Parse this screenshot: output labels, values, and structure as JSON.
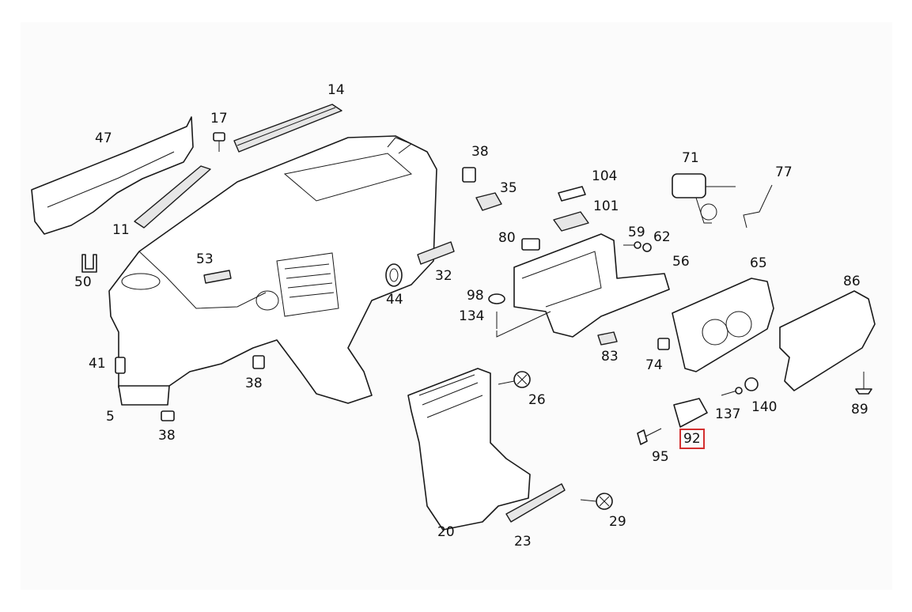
{
  "colors": {
    "background": "#fbfbfb",
    "line": "#1a1a1a",
    "highlight": "#d32f2f"
  },
  "callouts": [
    {
      "id": "c14",
      "label": "14"
    },
    {
      "id": "c17",
      "label": "17"
    },
    {
      "id": "c47",
      "label": "47"
    },
    {
      "id": "c38a",
      "label": "38"
    },
    {
      "id": "c35",
      "label": "35"
    },
    {
      "id": "c104",
      "label": "104"
    },
    {
      "id": "c71",
      "label": "71"
    },
    {
      "id": "c77",
      "label": "77"
    },
    {
      "id": "c101",
      "label": "101"
    },
    {
      "id": "c11",
      "label": "11"
    },
    {
      "id": "c80",
      "label": "80"
    },
    {
      "id": "c59",
      "label": "59"
    },
    {
      "id": "c62",
      "label": "62"
    },
    {
      "id": "c53",
      "label": "53"
    },
    {
      "id": "c50",
      "label": "50"
    },
    {
      "id": "c32",
      "label": "32"
    },
    {
      "id": "c56",
      "label": "56"
    },
    {
      "id": "c65",
      "label": "65"
    },
    {
      "id": "c86",
      "label": "86"
    },
    {
      "id": "c44",
      "label": "44"
    },
    {
      "id": "c98",
      "label": "98"
    },
    {
      "id": "c134",
      "label": "134"
    },
    {
      "id": "c41",
      "label": "41"
    },
    {
      "id": "c38b",
      "label": "38"
    },
    {
      "id": "c83",
      "label": "83"
    },
    {
      "id": "c74",
      "label": "74"
    },
    {
      "id": "c26",
      "label": "26"
    },
    {
      "id": "c5",
      "label": "5"
    },
    {
      "id": "c38c",
      "label": "38"
    },
    {
      "id": "c137",
      "label": "137"
    },
    {
      "id": "c140",
      "label": "140"
    },
    {
      "id": "c89",
      "label": "89"
    },
    {
      "id": "c92",
      "label": "92",
      "highlighted": true
    },
    {
      "id": "c95",
      "label": "95"
    },
    {
      "id": "c29",
      "label": "29"
    },
    {
      "id": "c20",
      "label": "20"
    },
    {
      "id": "c23",
      "label": "23"
    }
  ]
}
